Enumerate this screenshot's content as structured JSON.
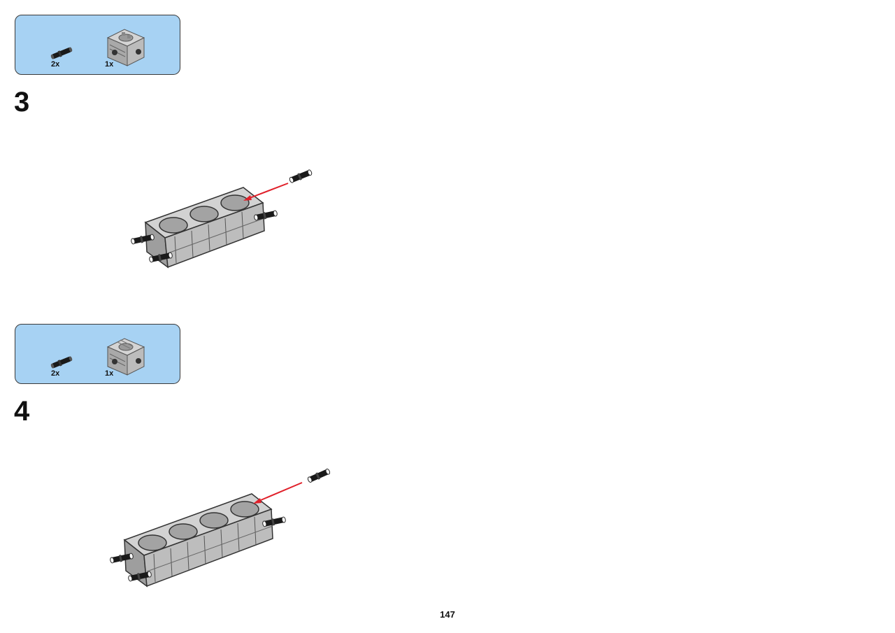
{
  "steps": [
    {
      "number": "3",
      "parts": [
        {
          "icon": "connector-pin-icon",
          "qty": "2x"
        },
        {
          "icon": "engine-cylinder-block-icon",
          "qty": "1x"
        }
      ],
      "cylinders_in_assembly": 3
    },
    {
      "number": "4",
      "parts": [
        {
          "icon": "connector-pin-icon",
          "qty": "2x"
        },
        {
          "icon": "engine-cylinder-block-icon",
          "qty": "1x"
        }
      ],
      "cylinders_in_assembly": 4
    }
  ],
  "page": {
    "number": "147"
  },
  "colors": {
    "parts_box": "#a7d2f3",
    "part_gray": "#b9b9b9",
    "arrow_red": "#e0202a",
    "pin_black": "#1a1a1a"
  }
}
